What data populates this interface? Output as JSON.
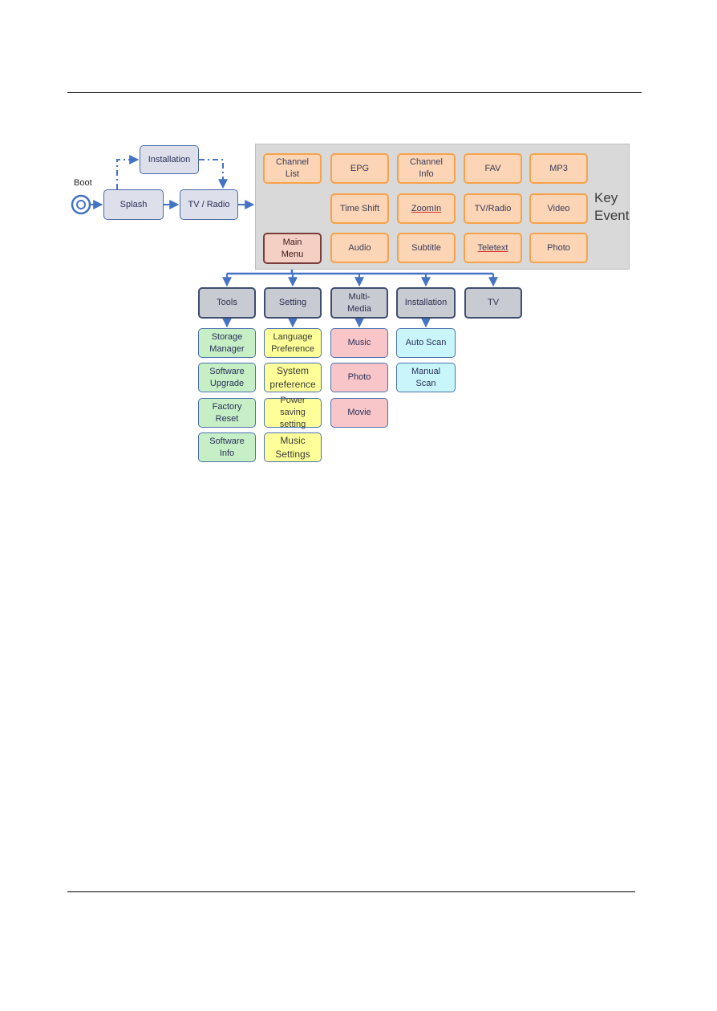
{
  "flow": {
    "boot": "Boot",
    "installation": "Installation",
    "splash": "Splash",
    "tv_radio": "TV / Radio"
  },
  "key_event": {
    "label": "Key\nEvent",
    "keys": [
      "Channel\nList",
      "EPG",
      "Channel\nInfo",
      "FAV",
      "MP3",
      "Time Shift",
      "ZoomIn",
      "TV/Radio",
      "Video",
      "Audio",
      "Subtitle",
      "Teletext",
      "Photo"
    ],
    "main_menu": "Main\nMenu"
  },
  "menus": {
    "tools": {
      "label": "Tools",
      "items": [
        "Storage\nManager",
        "Software\nUpgrade",
        "Factory\nReset",
        "Software\nInfo"
      ]
    },
    "setting": {
      "label": "Setting",
      "items": [
        "Language\nPreference",
        "System\npreference",
        "Power saving\nsetting",
        "Music\nSettings"
      ]
    },
    "multimedia": {
      "label": "Multi-\nMedia",
      "items": [
        "Music",
        "Photo",
        "Movie"
      ]
    },
    "installation": {
      "label": "Installation",
      "items": [
        "Auto Scan",
        "Manual\nScan"
      ]
    },
    "tv": {
      "label": "TV"
    }
  },
  "colors": {
    "line": "#4472c4",
    "key_fill": "#fbd5b5",
    "key_border": "#f7a24a",
    "panel": "#d9d9d9",
    "tools_items": "#c6efc6",
    "setting_items": "#ffff99",
    "multimedia_items": "#f8c6c8",
    "installation_items": "#c9f6fb"
  }
}
